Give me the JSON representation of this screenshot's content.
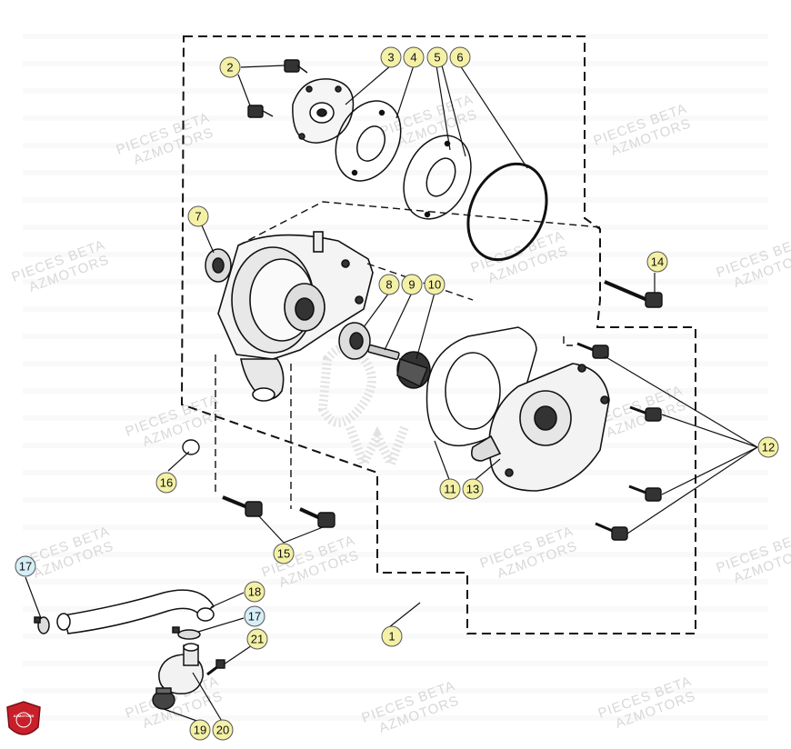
{
  "watermark": {
    "line1": "PIECES BETA",
    "line2": "AZMOTORS"
  },
  "logo": {
    "text": "AZMOTORS",
    "color": "#c8202a"
  },
  "callouts": [
    {
      "id": "c1",
      "label": "1"
    },
    {
      "id": "c2",
      "label": "2"
    },
    {
      "id": "c3",
      "label": "3"
    },
    {
      "id": "c4",
      "label": "4"
    },
    {
      "id": "c5",
      "label": "5"
    },
    {
      "id": "c6",
      "label": "6"
    },
    {
      "id": "c7",
      "label": "7"
    },
    {
      "id": "c8",
      "label": "8"
    },
    {
      "id": "c9",
      "label": "9"
    },
    {
      "id": "c10",
      "label": "10"
    },
    {
      "id": "c11",
      "label": "11"
    },
    {
      "id": "c13",
      "label": "13"
    },
    {
      "id": "c12",
      "label": "12"
    },
    {
      "id": "c14",
      "label": "14"
    },
    {
      "id": "c15",
      "label": "15"
    },
    {
      "id": "c16",
      "label": "16"
    },
    {
      "id": "c17a",
      "label": "17"
    },
    {
      "id": "c17b",
      "label": "17"
    },
    {
      "id": "c18",
      "label": "18"
    },
    {
      "id": "c19",
      "label": "19"
    },
    {
      "id": "c20",
      "label": "20"
    },
    {
      "id": "c21",
      "label": "21"
    }
  ],
  "colors": {
    "callout_fill": "#f4f1a6",
    "callout_fill_alt": "#d7eef7",
    "line": "#111111"
  }
}
